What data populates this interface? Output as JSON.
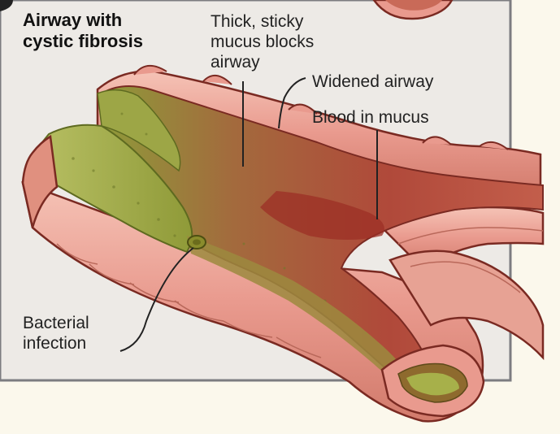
{
  "title": {
    "line1": "Airway with",
    "line2": "cystic fibrosis"
  },
  "labels": {
    "mucus": {
      "line1": "Thick, sticky",
      "line2": "mucus blocks",
      "line3": "airway"
    },
    "widened": "Widened airway",
    "blood": "Blood in mucus",
    "bacterial": {
      "line1": "Bacterial",
      "line2": "infection"
    }
  },
  "colors": {
    "background": "#fbf8ec",
    "panel": "#edeae6",
    "airway_wall": "#e99a8e",
    "airway_wall_dark": "#c9705f",
    "mucus_green": "#a8b24a",
    "lumen_red": "#b24c3a"
  }
}
